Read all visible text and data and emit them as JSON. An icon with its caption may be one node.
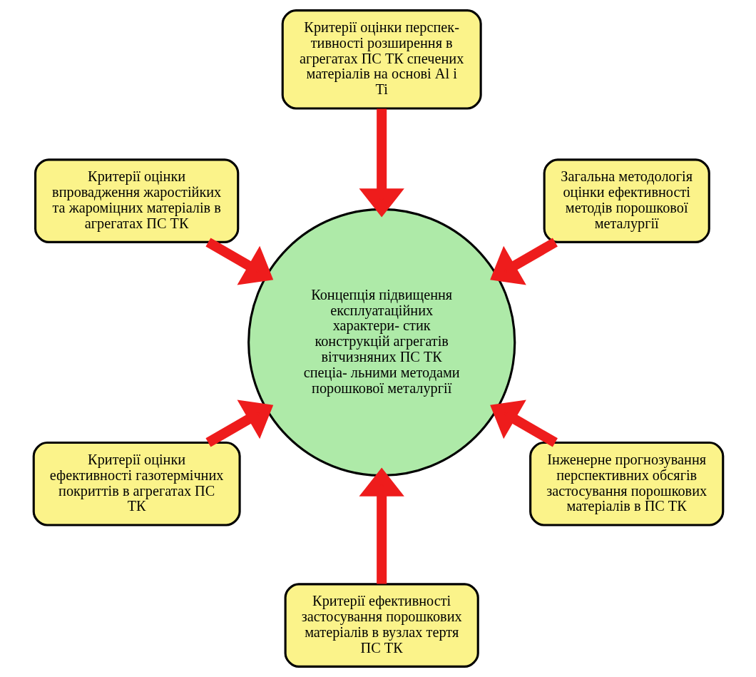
{
  "diagram": {
    "nodes": [
      {
        "text": [
          "Загальна методологія оцінки ефективності методів порошкової металургії"
        ]
      },
      {
        "text": [
          "Критерії оцінки перспек- тивності розширення в агрегатах ПС ТК спечених матеріалів на основі Al і Ti"
        ]
      },
      {
        "text": [
          "Критерії оцінки впровадження жаростійких та жароміцних матеріалів в агрегатах ПС ТК"
        ]
      },
      {
        "text": [
          "Концепція підвищення експлуатаційних характери- стик конструкцій агрегатів вітчизняних ПС ТК спеціа- льними методами порошкової металургії"
        ]
      },
      {
        "text": [
          "Критерії оцінки ефективності газотермічних покриттів в агрегатах ПС ТК"
        ]
      },
      {
        "text": [
          "Критерії ефективності застосування порошкових матеріалів в вузлах тертя ПС ТК"
        ]
      },
      {
        "text": [
          "Інженерне прогнозування перспективних обсягів застосування порошкових матеріалів в ПС ТК"
        ]
      }
    ],
    "edges": [
      {
        "from": 0,
        "to": 3,
        "arrow": "to"
      },
      {
        "from": 1,
        "to": 3,
        "arrow": "to"
      },
      {
        "from": 2,
        "to": 3,
        "arrow": "to"
      },
      {
        "from": 4,
        "to": 3,
        "arrow": "to"
      },
      {
        "from": 5,
        "to": 3,
        "arrow": "to"
      },
      {
        "from": 6,
        "to": 3,
        "arrow": "to"
      }
    ]
  }
}
